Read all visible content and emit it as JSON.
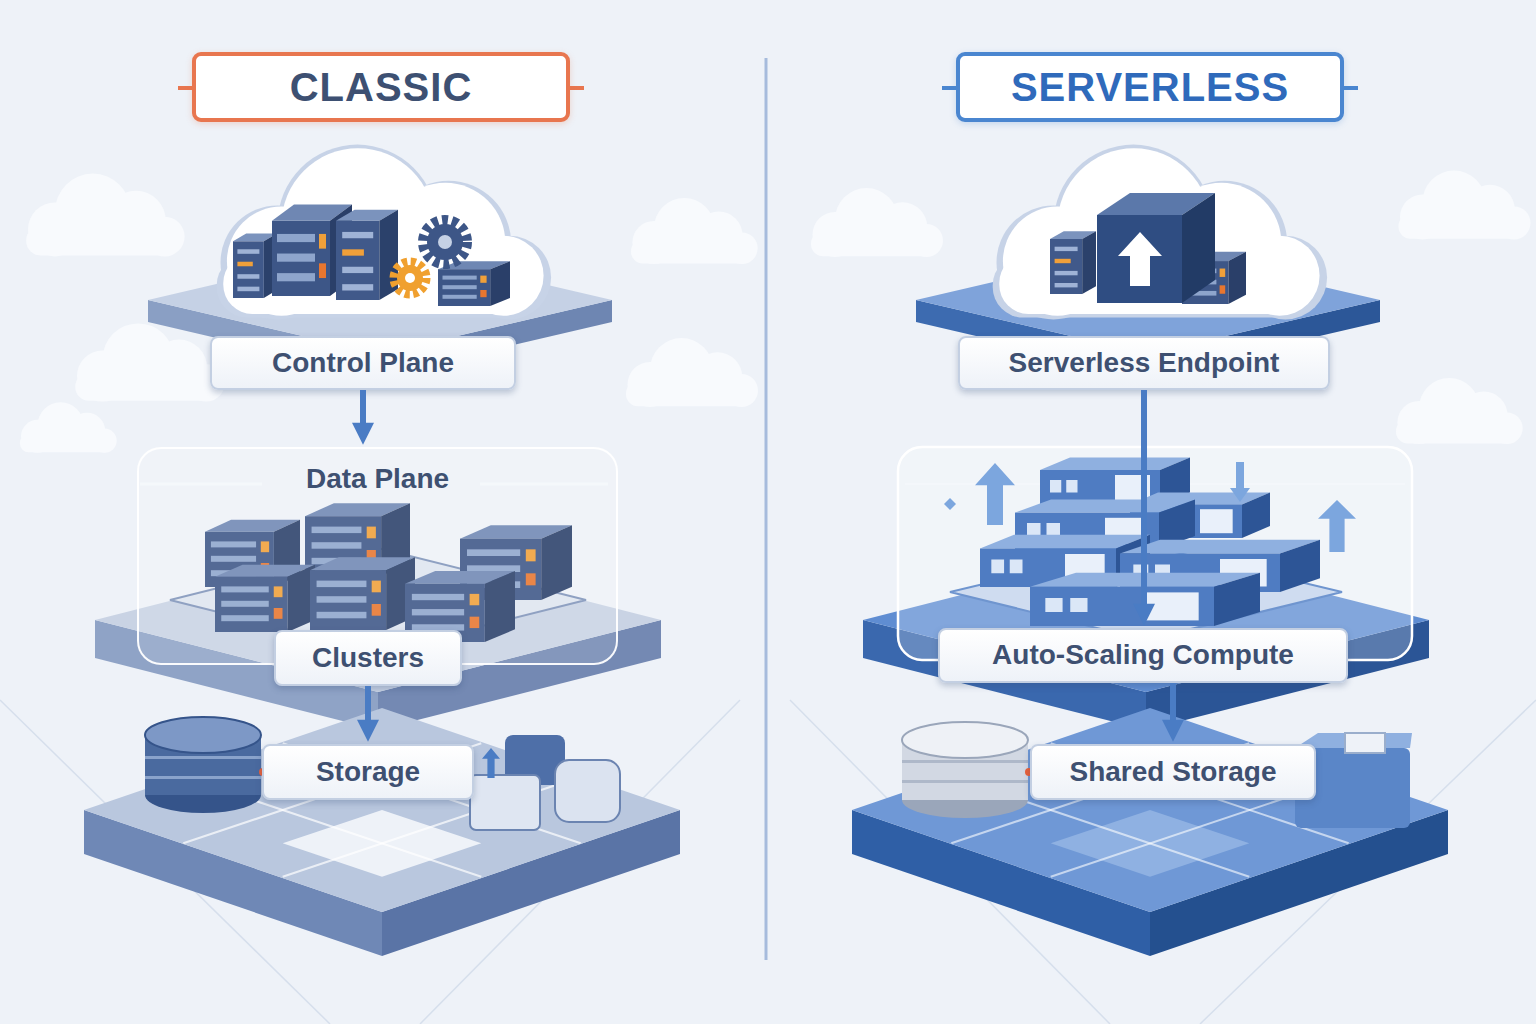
{
  "diagram": {
    "nodes": [
      {
        "text": [
          "CLASSIC"
        ]
      },
      {
        "text": [
          "SERVERLESS"
        ]
      },
      {
        "text": [
          "Control Plane"
        ]
      },
      {
        "text": [
          "Serverless Endpoint"
        ]
      },
      {
        "text": [
          "Data Plane"
        ]
      },
      {
        "text": [
          "Clusters"
        ],
        "in": 4
      },
      {
        "text": [
          "Auto-Scaling Compute"
        ]
      },
      {
        "text": [
          "Storage"
        ]
      },
      {
        "text": [
          "Shared Storage"
        ]
      }
    ],
    "edges": [
      {
        "from": 2,
        "to": 4,
        "arrow": "to"
      },
      {
        "from": 5,
        "to": 7,
        "arrow": "to"
      },
      {
        "from": 3,
        "to": 6,
        "arrow": "to"
      },
      {
        "from": 6,
        "to": 8,
        "arrow": "to"
      }
    ]
  }
}
